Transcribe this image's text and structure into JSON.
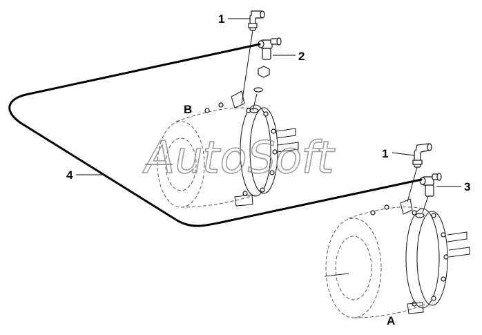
{
  "diagram": {
    "watermark": "AutoSoft",
    "callouts": {
      "fitting_b_elbow": "1",
      "fitting_b_tee": "2",
      "fitting_a_elbow": "1",
      "fitting_a_tee": "3",
      "hose": "4"
    },
    "motor_labels": {
      "motor_b": "B",
      "motor_a": "A"
    },
    "colors": {
      "line": "#000000",
      "dashed_outline": "#555555",
      "watermark": "#8c8c8c",
      "background": "#ffffff"
    }
  }
}
